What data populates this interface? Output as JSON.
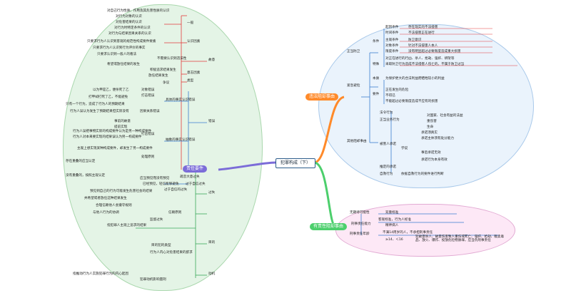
{
  "colors": {
    "left": "#7b6cd8",
    "right_top": "#ff8a2a",
    "right_bottom": "#4ccf6c",
    "line_red": "#e23a3a",
    "line_blue": "#3b7ccf",
    "line_green": "#39a85a"
  },
  "center": {
    "title": "犯罪构成（下）"
  },
  "branch_left": {
    "title": "责任要件"
  },
  "branch_right_top": {
    "title": "违法阻却事由"
  },
  "branch_right_bottom": {
    "title": "有责性阻却事由"
  },
  "left": {
    "gudu": "故意",
    "yiban": "一般",
    "renshi": "认识因素",
    "yizhi": "意志因素",
    "leixing": "类型",
    "zhijie": "直接故意",
    "jianjie": "间接故意",
    "zhengyi": "争议",
    "cuowu": "错误",
    "shishi": "事实认识错误",
    "juti": "具体的事实认识错误",
    "chouxiang": "抽象的事实认识错误",
    "duixiang": "对象错误",
    "daji": "打击错误",
    "yinguo": "因果关系错误",
    "chuli": "处理原则",
    "guoshi": "过失",
    "shuji": "疏忽大意过失",
    "guoyu": "过于自信过失",
    "xinlv": "信赖原则",
    "mudi": "目的",
    "dongji": "动机",
    "g_items": [
      "对自己行为性质、作用及其危害性质的认识",
      "对行为对象的认识",
      "对危害结果的认识",
      "对行为时特定条件的认识",
      "对行为与结果因果关系的认识"
    ],
    "r1": "只要求行为人认识到客观的规范性构成要件要素",
    "r2": "只要求行为人认识到行为评价的事实",
    "r3": "只要求认识到一般人的看法",
    "r4": "不需要认识到违法性",
    "y1": "希望或放任结果的发生",
    "y2": "积极追求结果发生",
    "y3": "放任结果发生",
    "z1": "对侵害事实的认识",
    "z2": "对侵害结果的认识",
    "d1": "以为甲是乙，便杀死了乙",
    "d2": "打甲却打死了乙，不能避免",
    "d3": "只有一个行为，造成了行为人的预期结果",
    "d4": "行为人误认为发生了预期结果但实际没有",
    "d5": "事前的故意",
    "d6": "提前实现",
    "d7": "行为人误以为结果的发生",
    "c1": "行为人误把事物实际的构成要件认为是另一种构成要件",
    "c2": "行为人对本来要实现的结果误认为另一构成要件",
    "c3": "主观上想实现某种构成要件，却发生了另一构成要件",
    "c4": "存在重叠的应当认定",
    "c5": "没有重叠的，按照主观认定",
    "gs1": "应当预见而没有预见",
    "gs2": "已经预见，轻信能够避免",
    "gs3": "过于自信的过失",
    "ms1": "预见到自己的行为可能发生危害社会的结果",
    "ms2": "并希望或者放任这种结果发生",
    "xl1": "合理信赖他人会遵守规则",
    "xl2": "与他人行为的协调",
    "jz": "监督过失",
    "md1": "指犯罪人主观上追求的结果",
    "md2": "目的犯的类型",
    "md3": "行为人内心对危害结果的欲求",
    "dj1": "指推动行为人实施犯罪行为的内心起因",
    "dj2": "犯罪动机影响量刑"
  },
  "right_top": {
    "zhengdang": "正当防卫",
    "jinji": "紧急避险",
    "qita": "其他阻却事由",
    "tiaojian": "条件",
    "tezhu": "特殊",
    "benzhi": "本质",
    "yaojian": "要件",
    "qiyin": "起因条件",
    "shijian": "时间条件",
    "zhuguan": "主观条件",
    "duixiang": "对象条件",
    "xiandu": "限度条件",
    "zd1": "存在现实的不法侵害",
    "zd2": "不法侵害正在进行",
    "zd3": "防卫意识",
    "zd4": "针对不法侵害人本人",
    "zd5": "没有明显超过必要限度造成重大损害",
    "ts1": "对正在进行的行凶、杀人、抢劫、强奸、绑架等",
    "ts2": "采取防卫行为造成不法侵害人伤亡的，不属于防卫过当",
    "jj1": "为保护更大的合法利益而牺牲较小的利益",
    "jj2": "正在发生的危险",
    "jj3": "不得已",
    "jj4": "不能超过必要限度造成不应有的损害",
    "qt1": "法令行为",
    "qt2": "正当业务行为",
    "qt3": "被害人承诺",
    "qt4": "推定的承诺",
    "qt5": "自救行为",
    "qt6": "对国家、社会有益的法益",
    "qt7": "重伤害",
    "qt8": "生命",
    "qt9": "承诺须真实",
    "qt10": "承诺主体须有处分能力",
    "qt11": "事后承诺无效",
    "qt12": "承诺行为本身有效",
    "qt13": "学说",
    "qt14": "依据自救行为的要件进行判断"
  },
  "right_bottom": {
    "wuqi": "无期待可能性",
    "nianling": "刑事责任能力",
    "xingshi": "刑事责任年龄",
    "rb1": "双重标准",
    "rb2": "客观标准，行为人标准",
    "rb3": "精神病人",
    "rb4": "不满14周岁的人，不承担刑事责任",
    "rb5": "≥14、＜16",
    "rb6": "犯故意杀人、故意伤害致人重伤或死亡、强奸、抢劫、贩卖毒品、放火、爆炸、投放危险物质罪，应当负刑事责任"
  }
}
